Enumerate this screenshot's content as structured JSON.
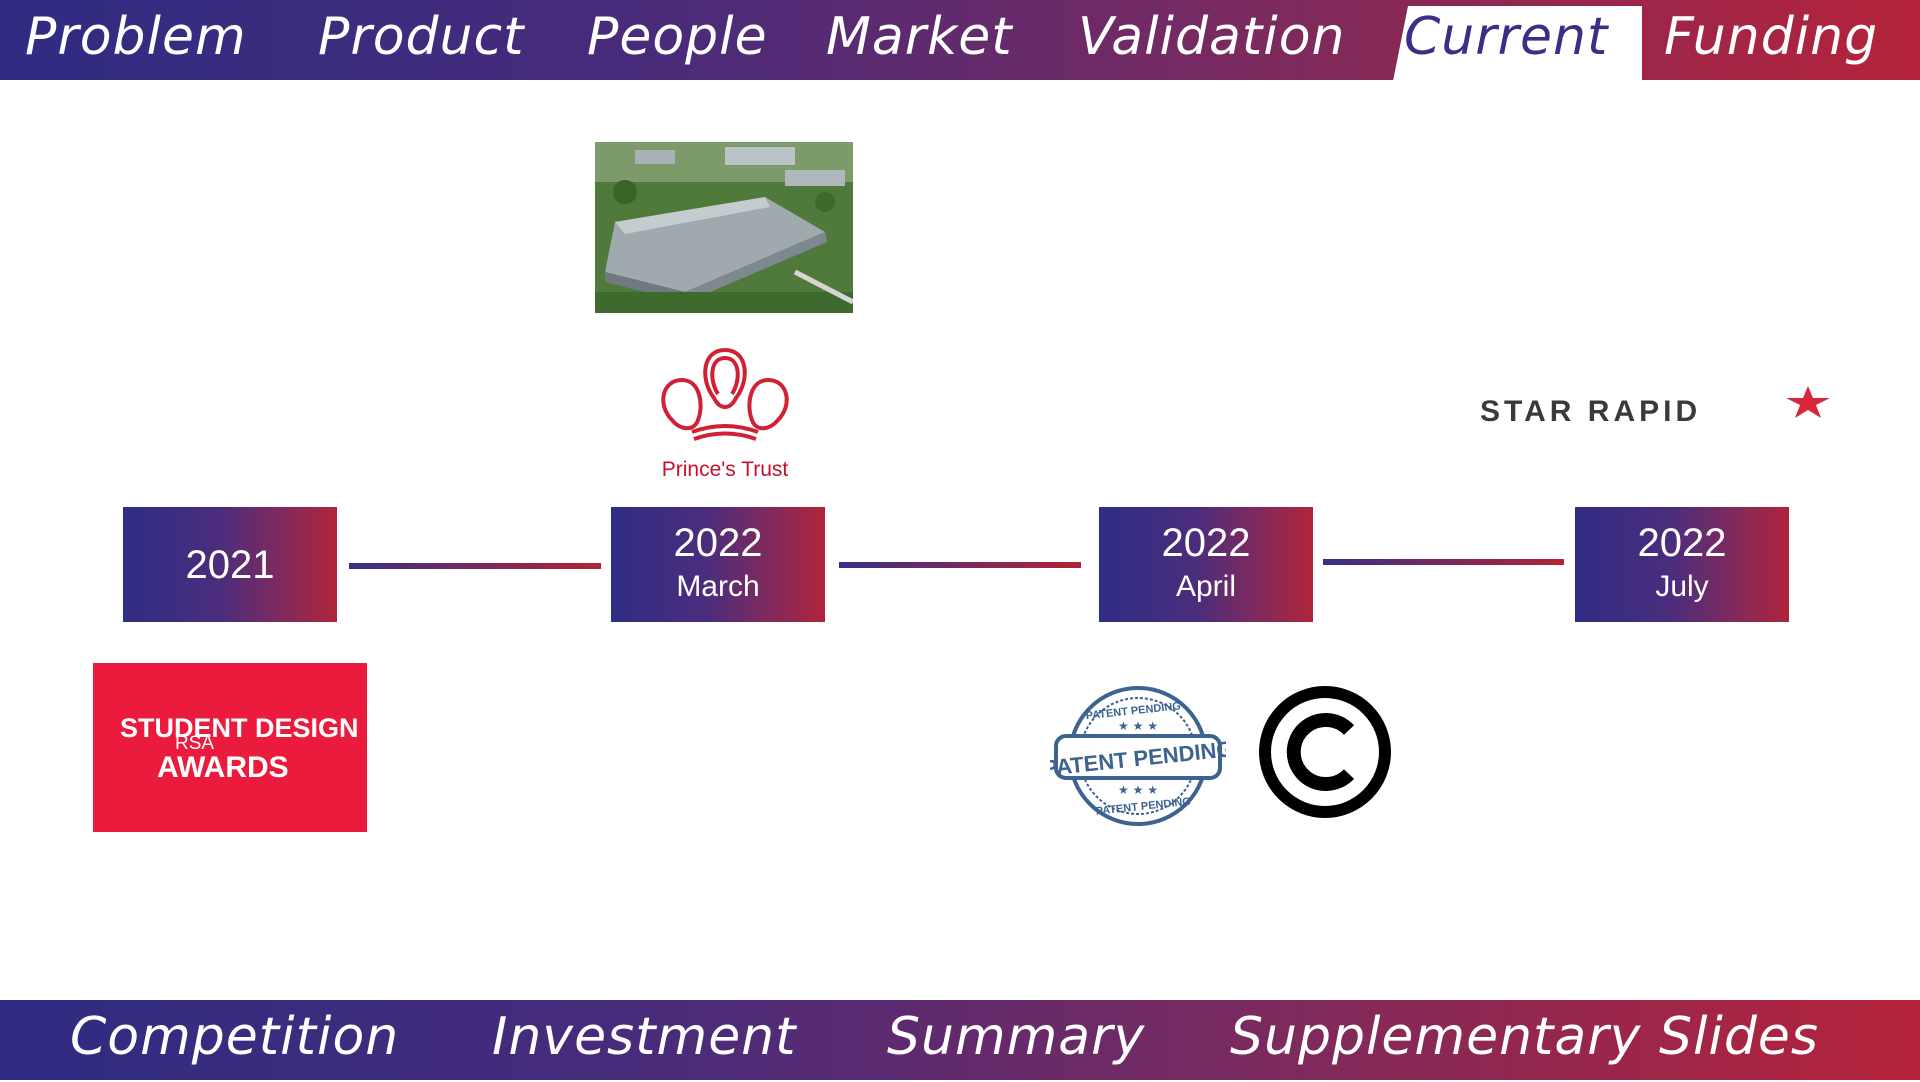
{
  "top_nav": {
    "items": [
      "Problem",
      "Product",
      "People",
      "Market",
      "Validation",
      "Current",
      "Funding"
    ],
    "active": "Current"
  },
  "bottom_nav": {
    "items": [
      "Competition",
      "Investment",
      "Summary",
      "Supplementary Slides"
    ]
  },
  "timeline": [
    {
      "year": "2021",
      "month": ""
    },
    {
      "year": "2022",
      "month": "March"
    },
    {
      "year": "2022",
      "month": "April"
    },
    {
      "year": "2022",
      "month": "July"
    }
  ],
  "logos": {
    "princes_trust": "Prince's Trust",
    "star_rapid": "STAR RAPID",
    "rsa_awards": {
      "line1": "STUDENT DESIGN",
      "rsa": "RSA",
      "line2": "AWARDS"
    },
    "patent": {
      "main": "PATENT PENDING",
      "ring": "PATENT PENDING"
    },
    "copyright_symbol": "©"
  },
  "colors": {
    "gradient_start": "#2e2c82",
    "gradient_end": "#b5233a",
    "rsa_red": "#ea1b3c",
    "princes_red": "#c8102e",
    "patent_blue": "#3d6391"
  }
}
